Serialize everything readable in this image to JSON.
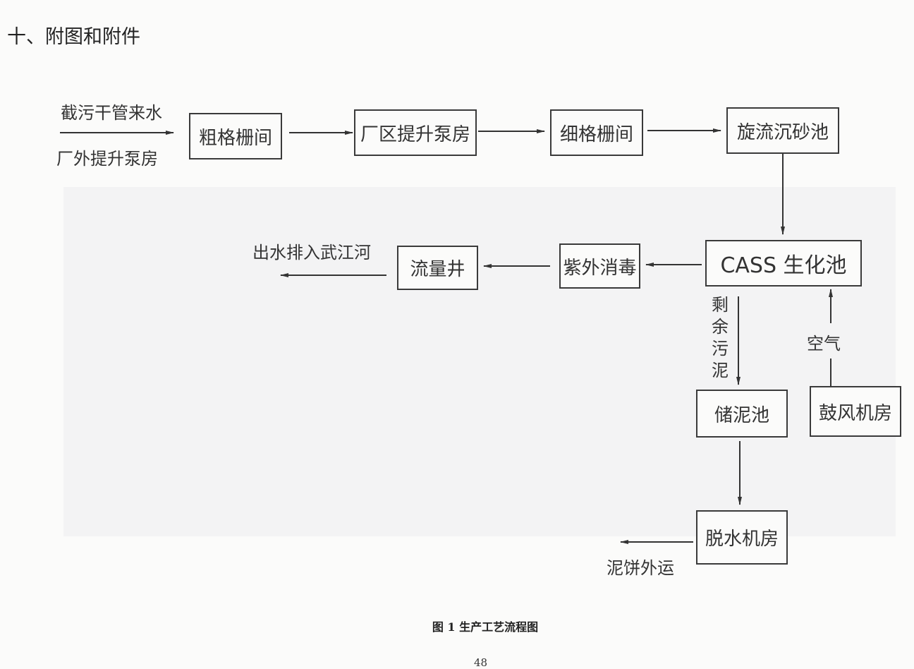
{
  "heading": "十、附图和附件",
  "diagram": {
    "inputs": {
      "top": "截污干管来水",
      "bottom": "厂外提升泵房"
    },
    "nodes": {
      "coarse_screen": "粗格栅间",
      "lift_pump": "厂区提升泵房",
      "fine_screen": "细格栅间",
      "grit_chamber": "旋流沉砂池",
      "cass": "CASS 生化池",
      "uv": "紫外消毒",
      "flow_well": "流量井",
      "sludge_tank": "储泥池",
      "blower": "鼓风机房",
      "dewatering": "脱水机房"
    },
    "labels": {
      "outflow": "出水排入武江河",
      "excess_sludge": "剩余污泥",
      "air": "空气",
      "cake": "泥饼外运"
    }
  },
  "caption": "图 1  生产工艺流程图",
  "page_number": "48"
}
